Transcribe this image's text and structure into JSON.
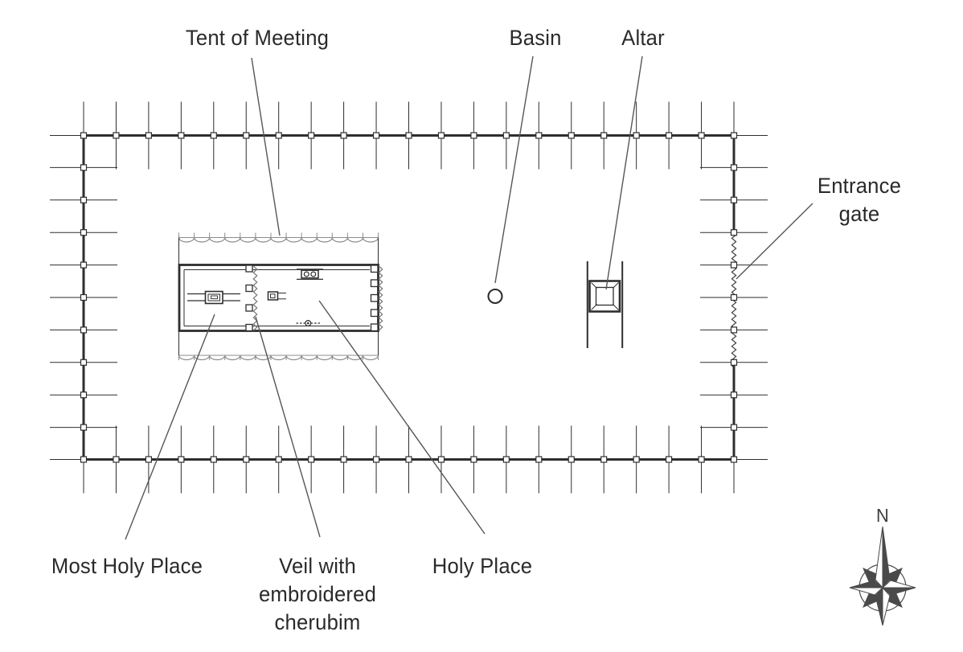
{
  "diagram": {
    "title_hint": "Tabernacle courtyard plan",
    "labels": {
      "tent_of_meeting": "Tent of Meeting",
      "basin": "Basin",
      "altar": "Altar",
      "entrance_gate": [
        "Entrance",
        "gate"
      ],
      "most_holy_place": "Most Holy Place",
      "veil": [
        "Veil with",
        "embroidered",
        "cherubim"
      ],
      "holy_place": "Holy Place"
    },
    "compass": {
      "north_label": "N"
    },
    "colors": {
      "line": "#2e2e2e",
      "curtain": "#8c8c8c",
      "zigzag_light": "#787878",
      "zigzag_dark": "#3f3f3f",
      "leader": "#55565a",
      "compass": "#4a4a4a",
      "text": "#2a2a2a",
      "background": "#ffffff"
    }
  }
}
